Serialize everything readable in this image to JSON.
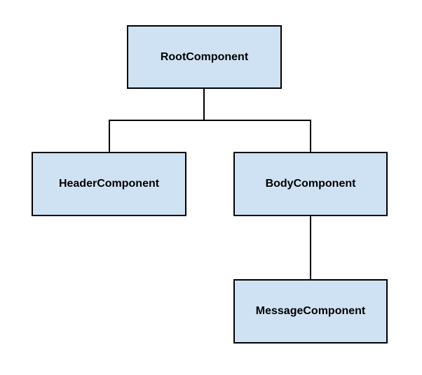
{
  "diagram": {
    "type": "tree",
    "colors": {
      "node_fill": "#cfe2f3",
      "node_border": "#000000",
      "connector": "#000000",
      "text": "#000000"
    },
    "nodes": {
      "root": {
        "label": "RootComponent"
      },
      "header": {
        "label": "HeaderComponent"
      },
      "body": {
        "label": "BodyComponent"
      },
      "message": {
        "label": "MessageComponent"
      }
    },
    "edges": [
      {
        "from": "root",
        "to": "header"
      },
      {
        "from": "root",
        "to": "body"
      },
      {
        "from": "body",
        "to": "message"
      }
    ]
  }
}
